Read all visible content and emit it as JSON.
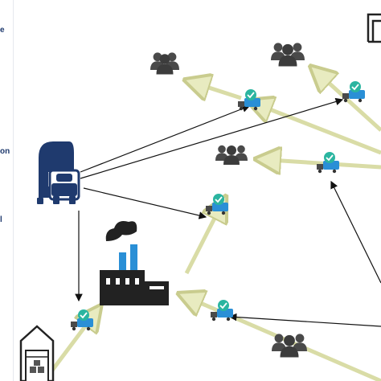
{
  "edge_labels": {
    "top": "e",
    "middle": "on",
    "lower": "l"
  },
  "icons": {
    "hub_truck": "truck-depot-icon",
    "factory": "factory-icon",
    "warehouse": "warehouse-icon",
    "people": "people-group-icon",
    "delivery": "delivery-truck-check-icon",
    "building_corner": "building-icon"
  },
  "colors": {
    "navy": "#1f3a6e",
    "dark": "#222222",
    "people_gray": "#4a4a4a",
    "teal": "#2bb5a0",
    "blue": "#2a8fd6",
    "cream_arrow": "#eef0c8",
    "cream_arrow_edge": "#c9cc8e",
    "line": "#111111"
  }
}
